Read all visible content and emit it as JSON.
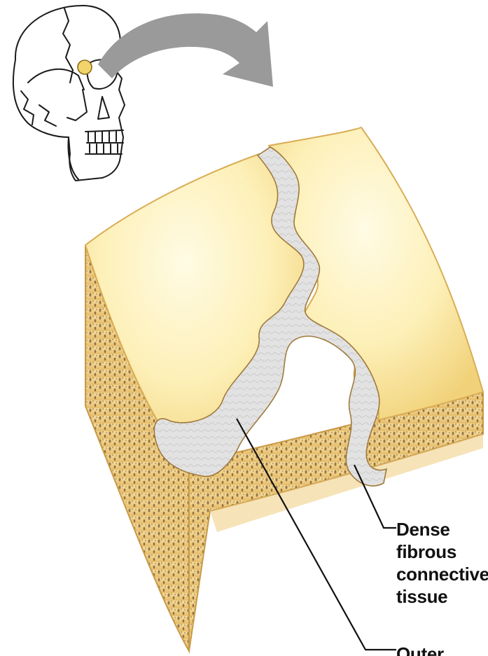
{
  "labels": {
    "dense_line1": "Dense",
    "dense_line2": "fibrous",
    "dense_line3": "connective",
    "dense_line4": "tissue",
    "outer_partial": "Outer..."
  },
  "icons": {
    "skull": "skull-icon",
    "arrow": "curved-arrow-icon",
    "highlight": "suture-location-circle-icon"
  },
  "colors": {
    "bone_face": "#fdeaa6",
    "bone_edge": "#e3b75a",
    "spongy_bone": "#e8c98a",
    "spongy_pores": "#7a5a34",
    "suture_tissue": "#dcdcdc",
    "arrow": "#999999",
    "leader_line": "#111111",
    "highlight_circle": "#f2d46b"
  }
}
